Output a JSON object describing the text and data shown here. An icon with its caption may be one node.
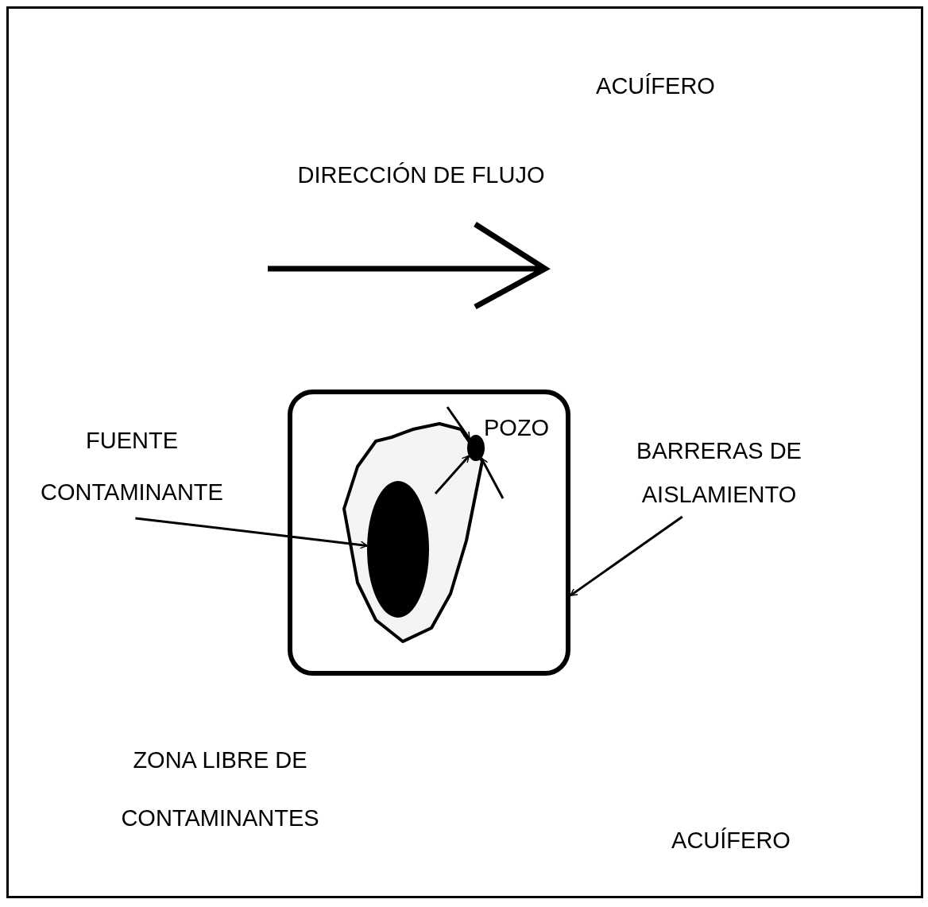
{
  "diagram": {
    "nodes": [
      {
        "text": [],
        "shape": "box"
      },
      {
        "text": [],
        "shape": "cloud",
        "in": 0
      },
      {
        "text": [],
        "shape": "circle",
        "in": 1
      },
      {
        "text": [],
        "shape": "circle",
        "in": 0,
        "beside": [
          "POZO"
        ]
      },
      {
        "text": [
          "FUENTE CONTAMINANTE"
        ]
      },
      {
        "text": [
          "BARRERAS DE AISLAMIENTO"
        ]
      }
    ],
    "edges": [
      {
        "from": 4,
        "to": 2,
        "arrow": "to"
      },
      {
        "from": 5,
        "to": 0,
        "arrow": "to"
      },
      {
        "from": null,
        "to": 3,
        "arrow": "to"
      },
      {
        "from": null,
        "to": 3,
        "arrow": "to"
      },
      {
        "from": null,
        "to": 3,
        "arrow": "to"
      }
    ],
    "labels": [
      "ACUÍFERO",
      "DIRECCIÓN DE FLUJO",
      "ZONA LIBRE DE CONTAMINANTES",
      "ACUÍFERO"
    ]
  }
}
